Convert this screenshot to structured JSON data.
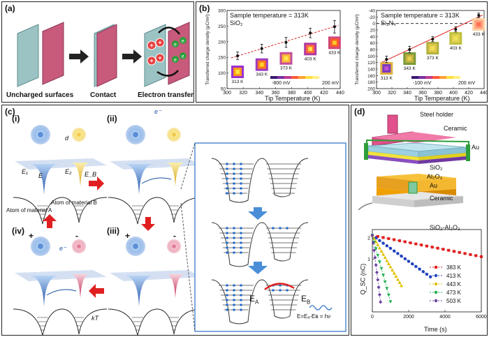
{
  "panels": {
    "a": {
      "label": "(a)",
      "captions": [
        "Uncharged surfaces",
        "Contact",
        "Electron transfer"
      ],
      "plus_sign": "+",
      "electron_sign": "e"
    },
    "b": {
      "label": "(b)",
      "sample_temperature": "Sample temperature = 313K",
      "left_material": "SiO₂",
      "right_material": "Si₃N₄",
      "xlabel": "Tip Temperature (K)",
      "ylabel": "Transferred charge density (μC/m²)",
      "left_colorbar": [
        "-800 mV",
        "200 mV"
      ],
      "right_colorbar": [
        "-100 mV",
        "200 mV"
      ]
    },
    "c": {
      "label": "(c)",
      "sub_labels": [
        "(i)",
        "(ii)",
        "(iii)",
        "(iv)"
      ],
      "d_label": "d",
      "e_minus": "e⁻",
      "E1": "E₁",
      "E": "E",
      "E2": "E₂",
      "EB": "E_B",
      "atom_A": "Atom of material A",
      "atom_B": "Atom of material B",
      "plus": "+",
      "minus": "-",
      "kT": "kT",
      "EA_label": "E",
      "EA_sub": "A",
      "EB_label": "E",
      "EB_sub": "B",
      "photon_eq": "E=Eₐ-Eʙ = hν"
    },
    "d": {
      "label": "(d)",
      "steel_holder": "Steel holder",
      "ceramic_top": "Ceramic",
      "au_top": "Au",
      "sio2": "SiO₂",
      "al2o3": "Al₂O₃",
      "au_bottom": "Au",
      "ceramic_bottom": "Ceramic",
      "plot_title": "SiO₂-Al₂O₃",
      "xlabel": "Time (s)",
      "ylabel": "Q_SC (nC)"
    }
  },
  "chart_data": [
    {
      "type": "scatter",
      "title": "Sample temperature = 313K",
      "subtitle": "SiO2",
      "xlabel": "Tip Temperature (K)",
      "ylabel": "Transferred charge density (μC/m²)",
      "xlim": [
        300,
        440
      ],
      "ylim": [
        50,
        300
      ],
      "xticks": [
        300,
        320,
        340,
        360,
        380,
        400,
        420,
        440
      ],
      "yticks": [
        50,
        100,
        150,
        200,
        250,
        300
      ],
      "series": [
        {
          "x": [
            313,
            343,
            373,
            403,
            433
          ],
          "values": [
            155,
            178,
            198,
            228,
            248
          ],
          "err": [
            12,
            14,
            16,
            15,
            20
          ]
        }
      ],
      "fit": true,
      "point_labels": [
        "313 K",
        "343 K",
        "373 K",
        "403 K",
        "433 K"
      ]
    },
    {
      "type": "scatter",
      "title": "Sample temperature = 313K",
      "subtitle": "Si3N4",
      "xlabel": "Tip Temperature (K)",
      "ylabel": "Transferred charge density (μC/m²)",
      "xlim": [
        300,
        440
      ],
      "ylim": [
        200,
        -40
      ],
      "xticks": [
        300,
        320,
        340,
        360,
        380,
        400,
        420,
        440
      ],
      "yticks": [
        -40,
        -20,
        0,
        20,
        40,
        60,
        80,
        100,
        120,
        140,
        160,
        180,
        200
      ],
      "series": [
        {
          "x": [
            313,
            343,
            373,
            403,
            433
          ],
          "values": [
            110,
            80,
            48,
            18,
            -25
          ],
          "err": [
            10,
            10,
            8,
            8,
            7
          ]
        }
      ],
      "fit": true,
      "zero_line": true,
      "point_labels": [
        "313 K",
        "343 K",
        "373 K",
        "403 K",
        "433 K"
      ]
    },
    {
      "type": "line",
      "title": "SiO2-Al2O3",
      "xlabel": "Time (s)",
      "ylabel": "Q_SC (nC)",
      "log_y": true,
      "xlim": [
        0,
        6000
      ],
      "ylim": [
        0.18,
        2.6
      ],
      "xticks": [
        0,
        2000,
        4000,
        6000
      ],
      "ytick_labels": [
        "1",
        "2"
      ],
      "series": [
        {
          "name": "383 K",
          "color": "#e02020",
          "marker": "square",
          "x": [
            0,
            300,
            600,
            900,
            1200,
            1500,
            1800,
            2100,
            2400,
            2700,
            3000,
            3300,
            3600,
            3900,
            4200,
            4500,
            4800,
            5100,
            5400,
            5700,
            6000
          ],
          "k": 0.000115
        },
        {
          "name": "413 K",
          "color": "#2040c0",
          "marker": "circle",
          "x": [
            0,
            200,
            400,
            600,
            800,
            1000,
            1200,
            1400,
            1600,
            1800,
            2000,
            2200,
            2400,
            2600,
            2800,
            3000,
            3200
          ],
          "k": 0.00042
        },
        {
          "name": "443 K",
          "color": "#e0c000",
          "marker": "triangle-up",
          "x": [
            0,
            100,
            200,
            300,
            400,
            500,
            600,
            700,
            800,
            900,
            1000,
            1100,
            1200,
            1300,
            1400,
            1500,
            1600
          ],
          "k": 0.00102
        },
        {
          "name": "473 K",
          "color": "#20b050",
          "marker": "triangle-down",
          "x": [
            0,
            100,
            200,
            300,
            400,
            500,
            600,
            700,
            800,
            900,
            1000
          ],
          "k": 0.00215
        },
        {
          "name": "503 K",
          "color": "#6a3fa0",
          "marker": "diamond",
          "x": [
            0,
            50,
            100,
            150,
            200,
            250,
            300,
            350,
            400,
            450
          ],
          "k": 0.0048
        }
      ],
      "y0": 2.15
    }
  ]
}
